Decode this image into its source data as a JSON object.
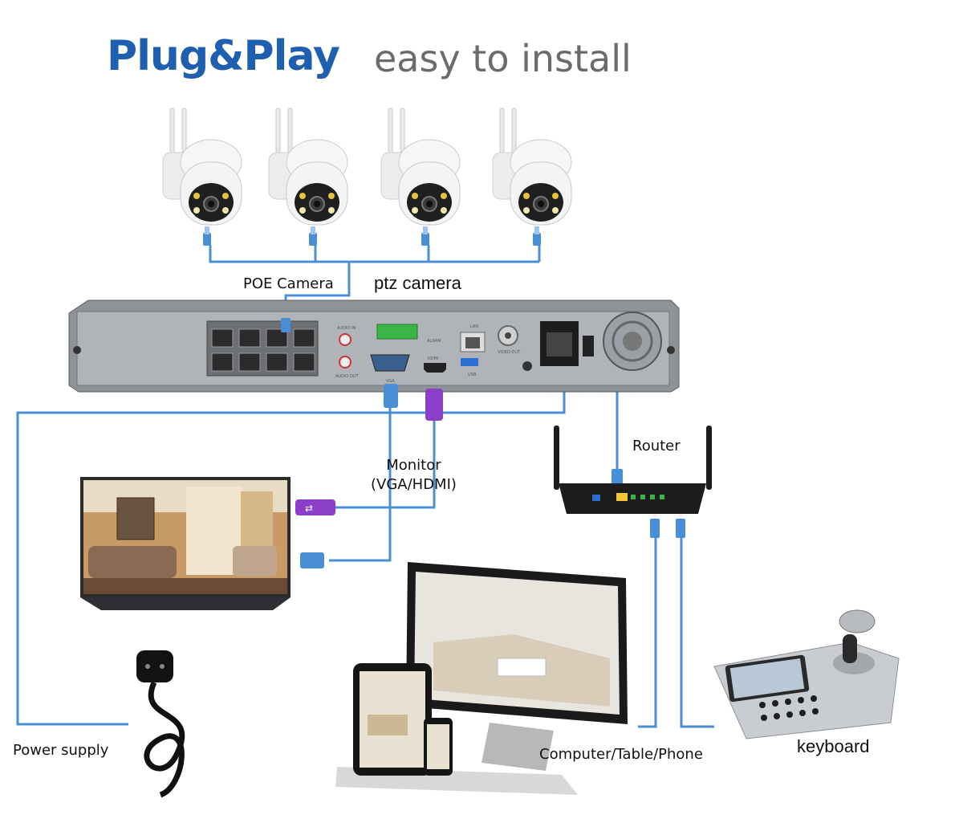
{
  "title": {
    "brand": "Plug&Play",
    "tagline": "easy to install"
  },
  "labels": {
    "poe_camera": "POE Camera",
    "ptz_camera": "ptz camera",
    "router": "Router",
    "monitor_line1": "Monitor",
    "monitor_line2": "(VGA/HDMI)",
    "power_supply": "Power supply",
    "computer": "Computer/Table/Phone",
    "keyboard": "keyboard"
  },
  "nvr_ports": {
    "audio_in": "AUDIO IN",
    "audio_out": "AUDIO OUT",
    "alarm": "ALARM",
    "vga": "VGA",
    "hdmi": "HDMI",
    "lan": "LAN",
    "usb": "USB",
    "video_out": "VIDEO OUT"
  },
  "icons": [
    "camera-icon",
    "nvr-icon",
    "router-icon",
    "tv-monitor-icon",
    "power-cable-icon",
    "desktop-computer-icon",
    "tablet-icon",
    "phone-icon",
    "ptz-keyboard-icon"
  ],
  "colors": {
    "brand": "#1f5fb0",
    "cable": "#4a8fd6",
    "hdmi": "#8b3fc9",
    "nvr_body": "#a9adb2"
  }
}
